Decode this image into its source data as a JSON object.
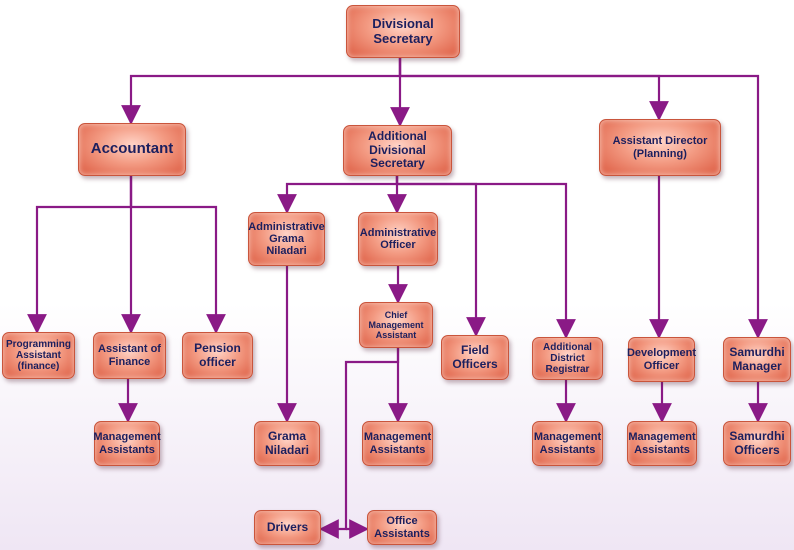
{
  "diagram": {
    "wire_color": "#8a1a86",
    "nodes": [
      {
        "id": "div_sec",
        "label": "Divisional Secretary"
      },
      {
        "id": "accountant",
        "label": "Accountant"
      },
      {
        "id": "add_div_sec",
        "label": "Additional\nDivisional Secretary"
      },
      {
        "id": "asst_director",
        "label": "Assistant Director\n(Planning)"
      },
      {
        "id": "admin_gn",
        "label": "Administrative\nGrama Niladari"
      },
      {
        "id": "admin_officer",
        "label": "Administrative\nOfficer"
      },
      {
        "id": "prog_asst",
        "label": "Programming\nAssistant\n(finance)"
      },
      {
        "id": "asst_finance",
        "label": "Assistant of\nFinance"
      },
      {
        "id": "pension",
        "label": "Pension\nofficer"
      },
      {
        "id": "chief_mgmt",
        "label": "Chief\nManagement\nAssistant"
      },
      {
        "id": "field_officers",
        "label": "Field Officers"
      },
      {
        "id": "add_dist_reg",
        "label": "Additional\nDistrict Registrar"
      },
      {
        "id": "dev_officer",
        "label": "Development\nOfficer"
      },
      {
        "id": "samurdhi_mgr",
        "label": "Samurdhi\nManager"
      },
      {
        "id": "mgmt_asst_1",
        "label": "Management\nAssistants"
      },
      {
        "id": "grama_niladari",
        "label": "Grama\nNiladari"
      },
      {
        "id": "mgmt_asst_2",
        "label": "Management\nAssistants"
      },
      {
        "id": "mgmt_asst_3",
        "label": "Management\nAssistants"
      },
      {
        "id": "mgmt_asst_4",
        "label": "Management\nAssistants"
      },
      {
        "id": "samurdhi_officers",
        "label": "Samurdhi\nOfficers"
      },
      {
        "id": "drivers",
        "label": "Drivers"
      },
      {
        "id": "office_asst",
        "label": "Office\nAssistants"
      }
    ],
    "edges": [
      {
        "from": "div_sec",
        "to": "accountant"
      },
      {
        "from": "div_sec",
        "to": "add_div_sec"
      },
      {
        "from": "div_sec",
        "to": "asst_director"
      },
      {
        "from": "div_sec",
        "to": "samurdhi_mgr"
      },
      {
        "from": "accountant",
        "to": "prog_asst"
      },
      {
        "from": "accountant",
        "to": "asst_finance"
      },
      {
        "from": "accountant",
        "to": "pension"
      },
      {
        "from": "asst_finance",
        "to": "mgmt_asst_1"
      },
      {
        "from": "add_div_sec",
        "to": "admin_gn"
      },
      {
        "from": "add_div_sec",
        "to": "admin_officer"
      },
      {
        "from": "add_div_sec",
        "to": "field_officers"
      },
      {
        "from": "add_div_sec",
        "to": "add_dist_reg"
      },
      {
        "from": "admin_gn",
        "to": "grama_niladari"
      },
      {
        "from": "admin_officer",
        "to": "chief_mgmt"
      },
      {
        "from": "chief_mgmt",
        "to": "mgmt_asst_2"
      },
      {
        "from": "chief_mgmt",
        "to": "drivers"
      },
      {
        "from": "chief_mgmt",
        "to": "office_asst"
      },
      {
        "from": "add_dist_reg",
        "to": "mgmt_asst_3"
      },
      {
        "from": "asst_director",
        "to": "dev_officer"
      },
      {
        "from": "dev_officer",
        "to": "mgmt_asst_4"
      },
      {
        "from": "samurdhi_mgr",
        "to": "samurdhi_officers"
      }
    ]
  }
}
